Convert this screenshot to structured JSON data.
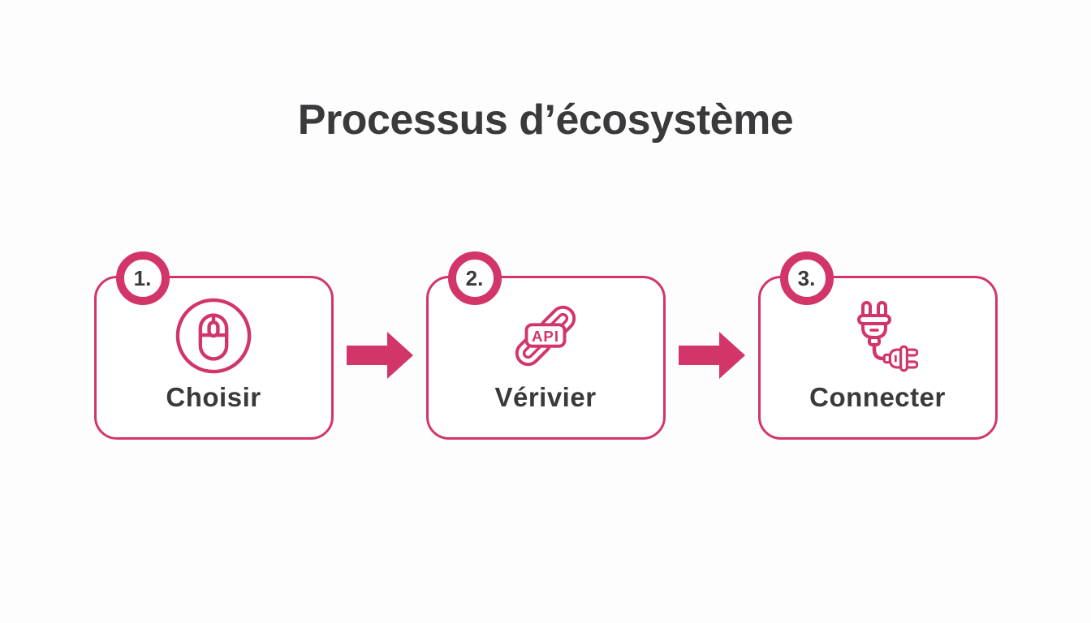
{
  "colors": {
    "accent": "#d23669",
    "text_dark": "#3a3a3c",
    "background": "#fdfdfd",
    "card_background": "#ffffff"
  },
  "title": "Processus d’écosystème",
  "steps": [
    {
      "number": "1.",
      "label": "Choisir",
      "icon": "computer-mouse-icon"
    },
    {
      "number": "2.",
      "label": "Vérivier",
      "icon": "api-chain-link-icon",
      "icon_text": "API"
    },
    {
      "number": "3.",
      "label": "Connecter",
      "icon": "power-plug-icon"
    }
  ],
  "connectors": [
    {
      "icon": "arrow-right-icon"
    },
    {
      "icon": "arrow-right-icon"
    }
  ]
}
